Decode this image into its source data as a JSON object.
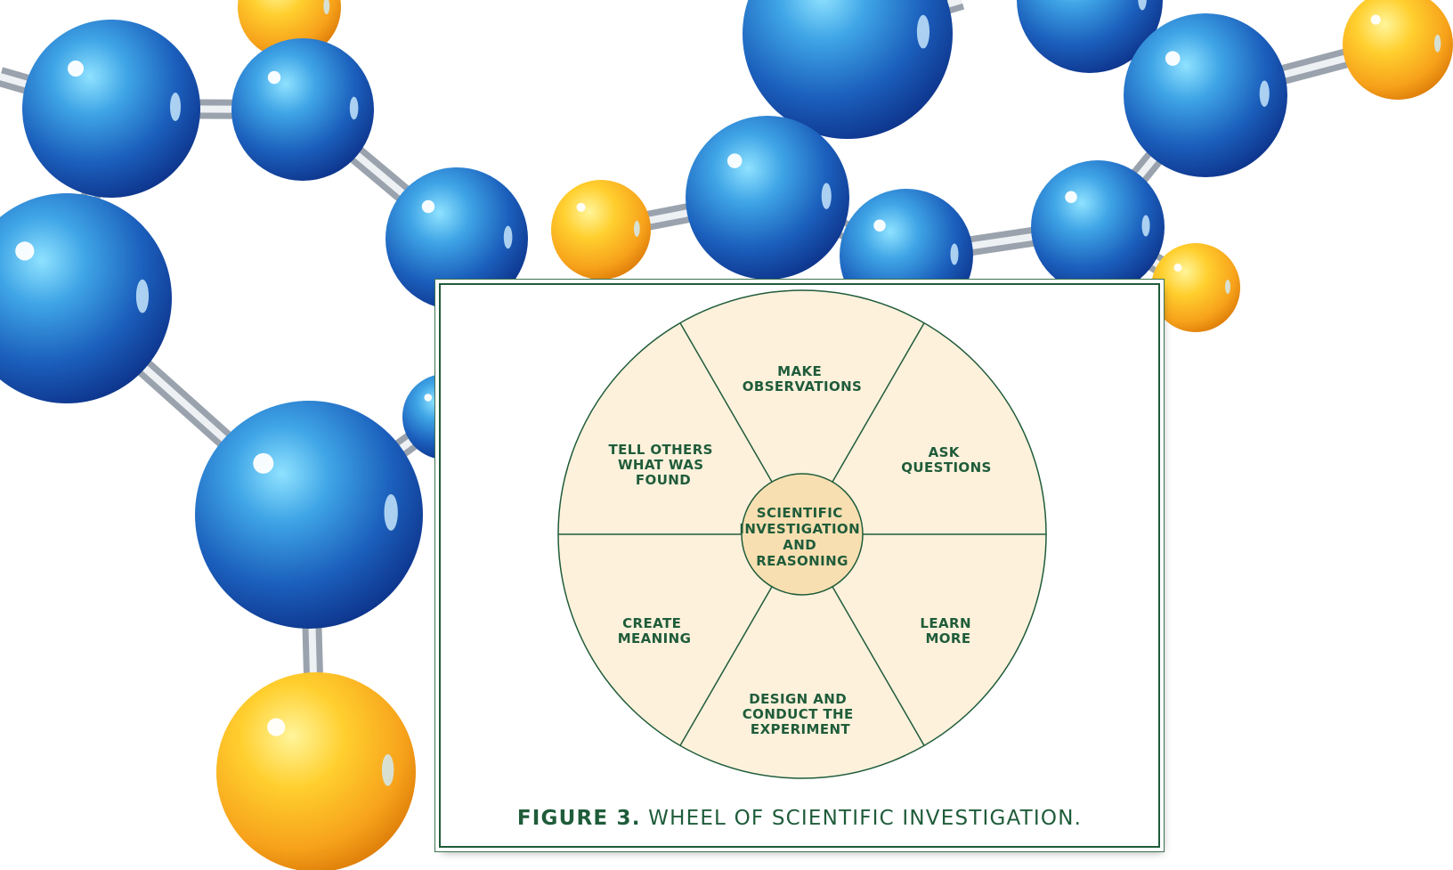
{
  "figure": {
    "caption_label": "FIGURE 3.",
    "caption_text": " WHEEL OF SCIENTIFIC INVESTIGATION."
  },
  "wheel": {
    "center": [
      "SCIENTIFIC",
      "INVESTIGATION",
      "AND",
      "REASONING"
    ],
    "segments": [
      {
        "key": "make-observations",
        "lines": [
          "MAKE",
          "OBSERVATIONS"
        ]
      },
      {
        "key": "ask-questions",
        "lines": [
          "ASK",
          "QUESTIONS"
        ]
      },
      {
        "key": "learn-more",
        "lines": [
          "LEARN",
          "MORE"
        ]
      },
      {
        "key": "design-experiment",
        "lines": [
          "DESIGN AND",
          "CONDUCT THE",
          "EXPERIMENT"
        ]
      },
      {
        "key": "create-meaning",
        "lines": [
          "CREATE",
          "MEANING"
        ]
      },
      {
        "key": "tell-others",
        "lines": [
          "TELL OTHERS",
          "WHAT WAS",
          "FOUND"
        ]
      }
    ]
  },
  "colors": {
    "text_green": "#1f5c3a",
    "wheel_fill": "#fdf1dc",
    "center_fill": "#f8dfb1",
    "atom_blue": "#1d63b8",
    "atom_orange": "#f7a21b"
  }
}
